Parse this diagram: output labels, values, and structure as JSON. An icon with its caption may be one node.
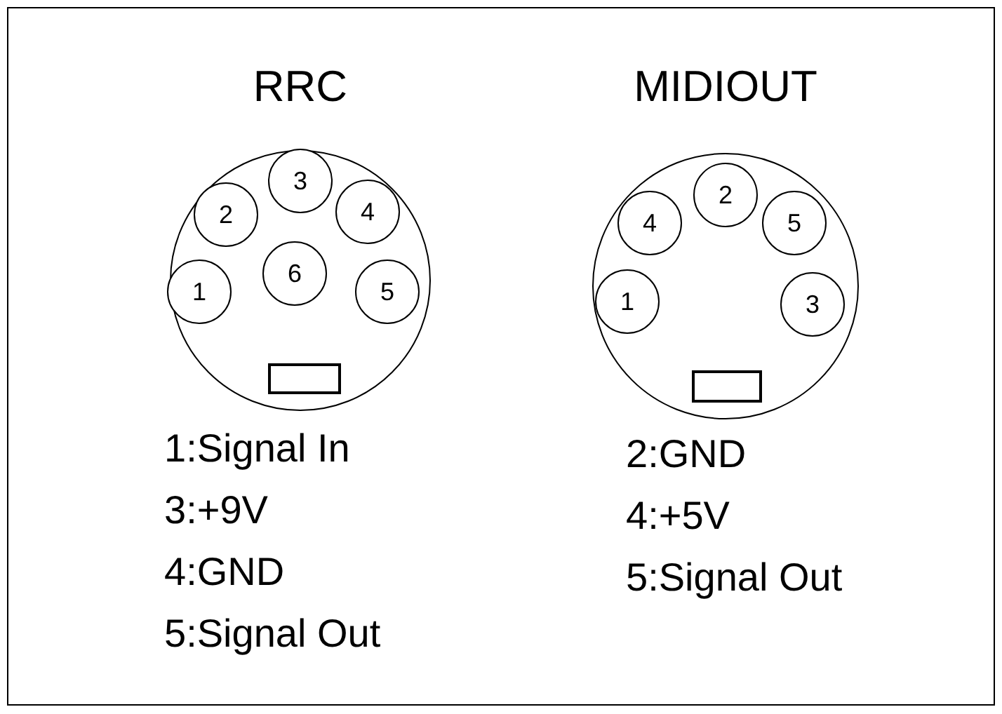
{
  "diagram": {
    "nodes": [
      {
        "text": [
          "RRC"
        ]
      },
      {
        "text": [
          "3"
        ],
        "in": 0
      },
      {
        "text": [
          "2"
        ],
        "in": 0
      },
      {
        "text": [
          "4"
        ],
        "in": 0
      },
      {
        "text": [
          "1"
        ],
        "in": 0
      },
      {
        "text": [
          "6"
        ],
        "in": 0
      },
      {
        "text": [
          "5"
        ],
        "in": 0
      },
      {
        "text": [],
        "shape": "box",
        "in": 0
      },
      {
        "text": [
          "MIDIOUT"
        ]
      },
      {
        "text": [
          "2"
        ],
        "in": 8
      },
      {
        "text": [
          "4"
        ],
        "in": 8
      },
      {
        "text": [
          "5"
        ],
        "in": 8
      },
      {
        "text": [
          "1"
        ],
        "in": 8
      },
      {
        "text": [
          "3"
        ],
        "in": 8
      },
      {
        "text": [],
        "shape": "box",
        "in": 8
      }
    ],
    "labels": [
      "1:Signal In",
      "3:+9V",
      "4:GND",
      "5:Signal Out",
      "2:GND",
      "4:+5V",
      "5:Signal Out"
    ]
  }
}
